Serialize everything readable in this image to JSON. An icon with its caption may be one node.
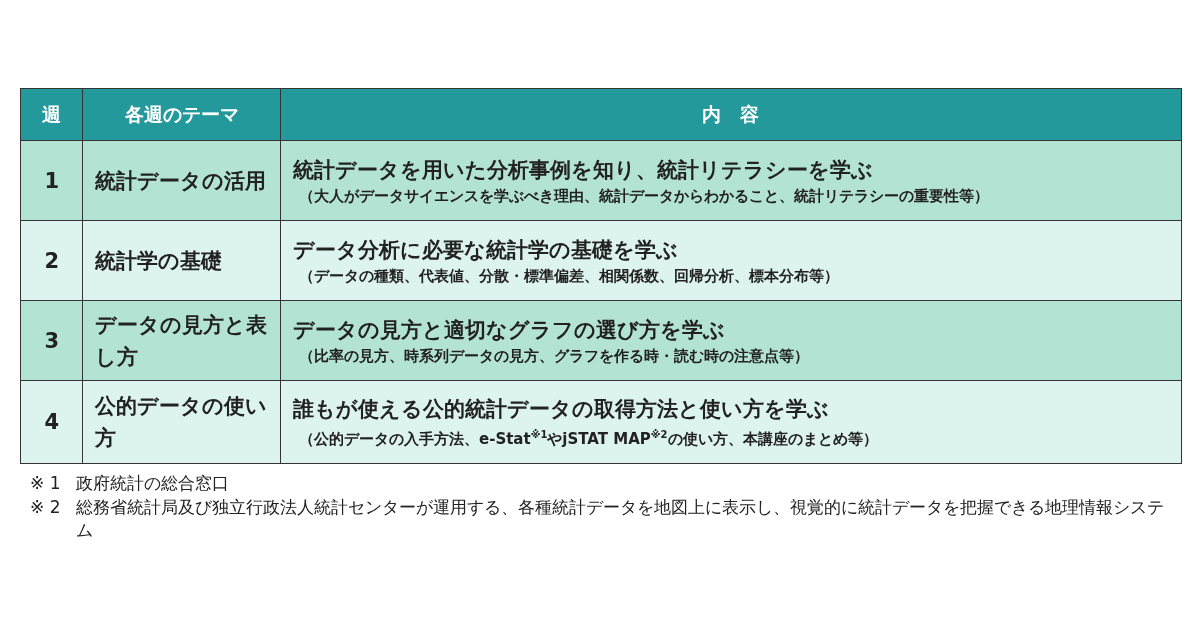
{
  "diagram": {
    "labels": [
      "週",
      "各週のテーマ",
      "内　容",
      "1",
      "統計データの活用",
      "統計データを用いた分析事例を知り、統計リテラシーを学ぶ",
      "（大人がデータサイエンスを学ぶべき理由、統計データからわかること、統計リテラシーの重要性等）",
      "2",
      "統計学の基礎",
      "データ分析に必要な統計学の基礎を学ぶ",
      "（データの種類、代表値、分散・標準偏差、相関係数、回帰分析、標本分布等）",
      "3",
      "データの見方と表し方",
      "データの見方と適切なグラフの選び方を学ぶ",
      "（比率の見方、時系列データの見方、グラフを作る時・読む時の注意点等）",
      "4",
      "公的データの使い方",
      "誰もが使える公的統計データの取得方法と使い方を学ぶ",
      "（公的データの入手方法、e-Stat$^{※1}$やjSTAT MAP$^{※2}$の使い方、本講座のまとめ等）",
      "※ 1",
      "政府統計の総合窓口",
      "※ 2",
      "総務省統計局及び独立行政法人統計センターが運用する、各種統計データを地図上に表示し、視覚的に統計データを把握できる地理情報システム"
    ]
  }
}
